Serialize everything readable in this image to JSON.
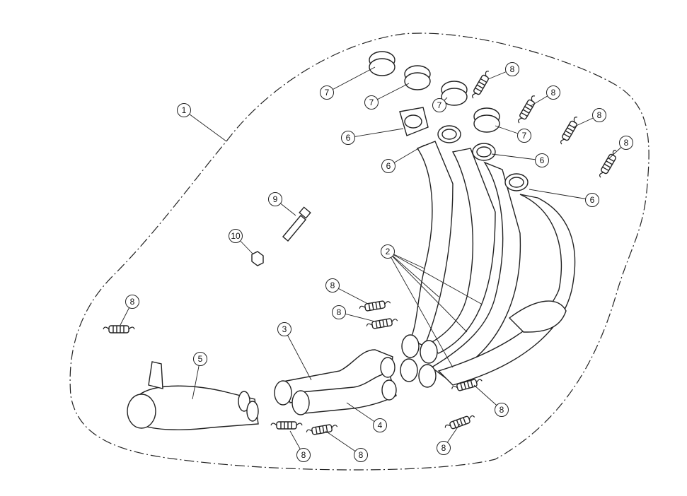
{
  "diagram": {
    "callouts": [
      {
        "label": "1",
        "part": "assembly-boundary"
      },
      {
        "label": "7"
      },
      {
        "label": "7"
      },
      {
        "label": "7"
      },
      {
        "label": "7"
      },
      {
        "label": "8"
      },
      {
        "label": "8"
      },
      {
        "label": "8"
      },
      {
        "label": "8"
      },
      {
        "label": "6"
      },
      {
        "label": "6"
      },
      {
        "label": "6"
      },
      {
        "label": "6"
      },
      {
        "label": "9"
      },
      {
        "label": "10"
      },
      {
        "label": "2"
      },
      {
        "label": "8"
      },
      {
        "label": "8"
      },
      {
        "label": "8"
      },
      {
        "label": "3"
      },
      {
        "label": "5"
      },
      {
        "label": "4"
      },
      {
        "label": "8"
      },
      {
        "label": "8"
      },
      {
        "label": "8"
      },
      {
        "label": "8"
      }
    ]
  }
}
